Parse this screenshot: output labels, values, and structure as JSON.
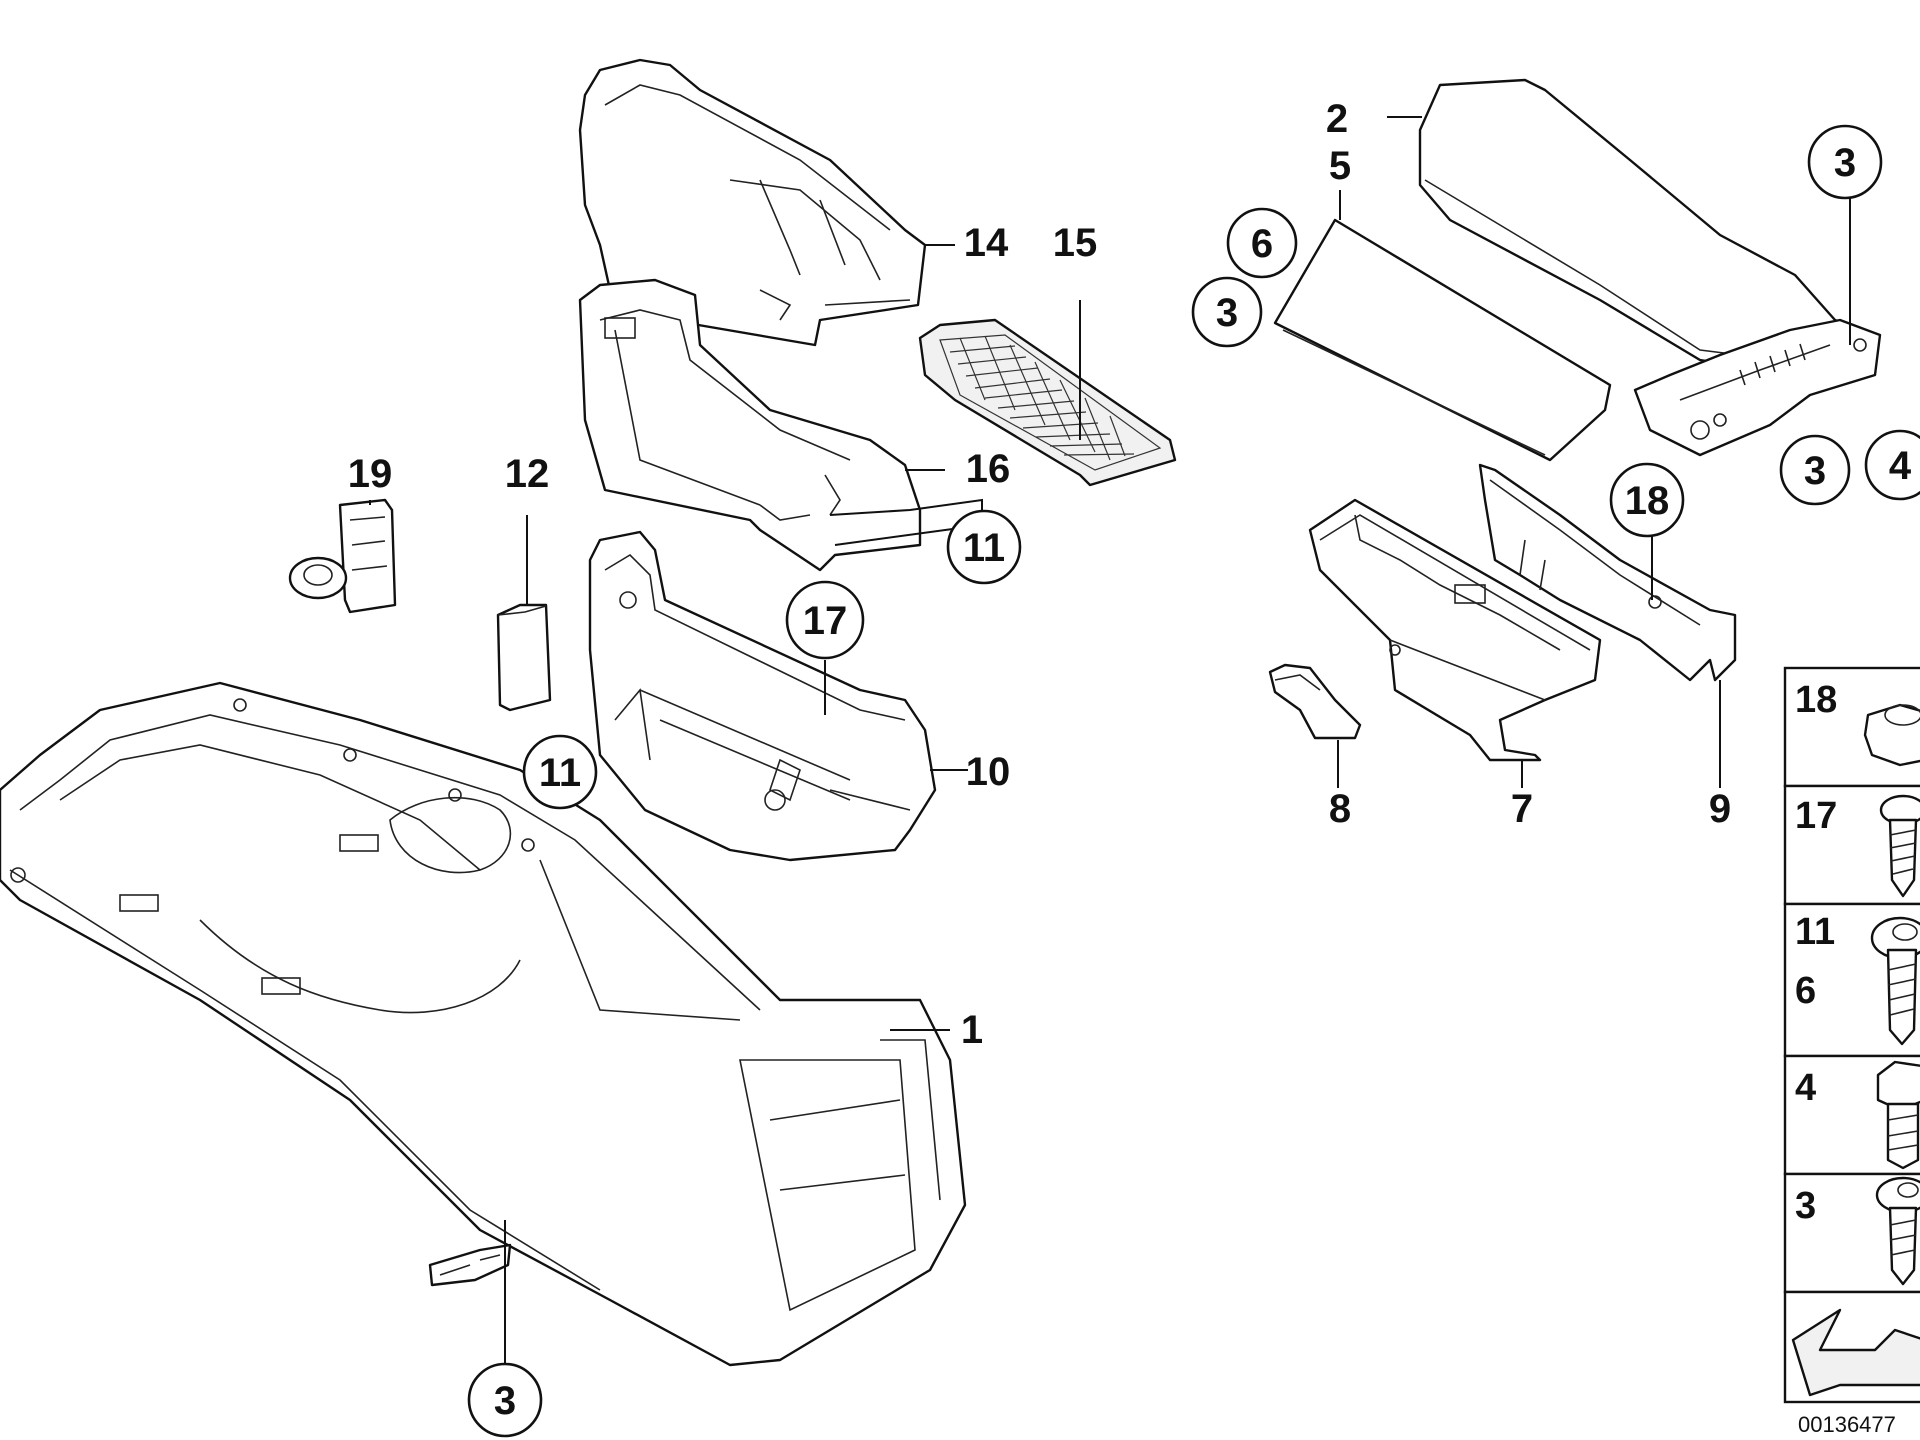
{
  "callouts": {
    "c1": "1",
    "c2": "2",
    "c3a": "3",
    "c3b": "3",
    "c3c": "3",
    "c3d": "3",
    "c4": "4",
    "c5": "5",
    "c6": "6",
    "c7": "7",
    "c8": "8",
    "c9": "9",
    "c10": "10",
    "c11a": "11",
    "c11b": "11",
    "c12": "12",
    "c14": "14",
    "c15": "15",
    "c16": "16",
    "c17": "17",
    "c18": "18",
    "c19": "19"
  },
  "legend": {
    "rows": [
      {
        "label": "18",
        "icon": "grommet-icon"
      },
      {
        "label": "17",
        "icon": "screw-icon"
      },
      {
        "label": "11",
        "label2": "6",
        "icon": "flange-screw-icon"
      },
      {
        "label": "4",
        "icon": "hex-bolt-icon"
      },
      {
        "label": "3",
        "icon": "torx-screw-icon"
      }
    ]
  },
  "reference_number": "00136477"
}
